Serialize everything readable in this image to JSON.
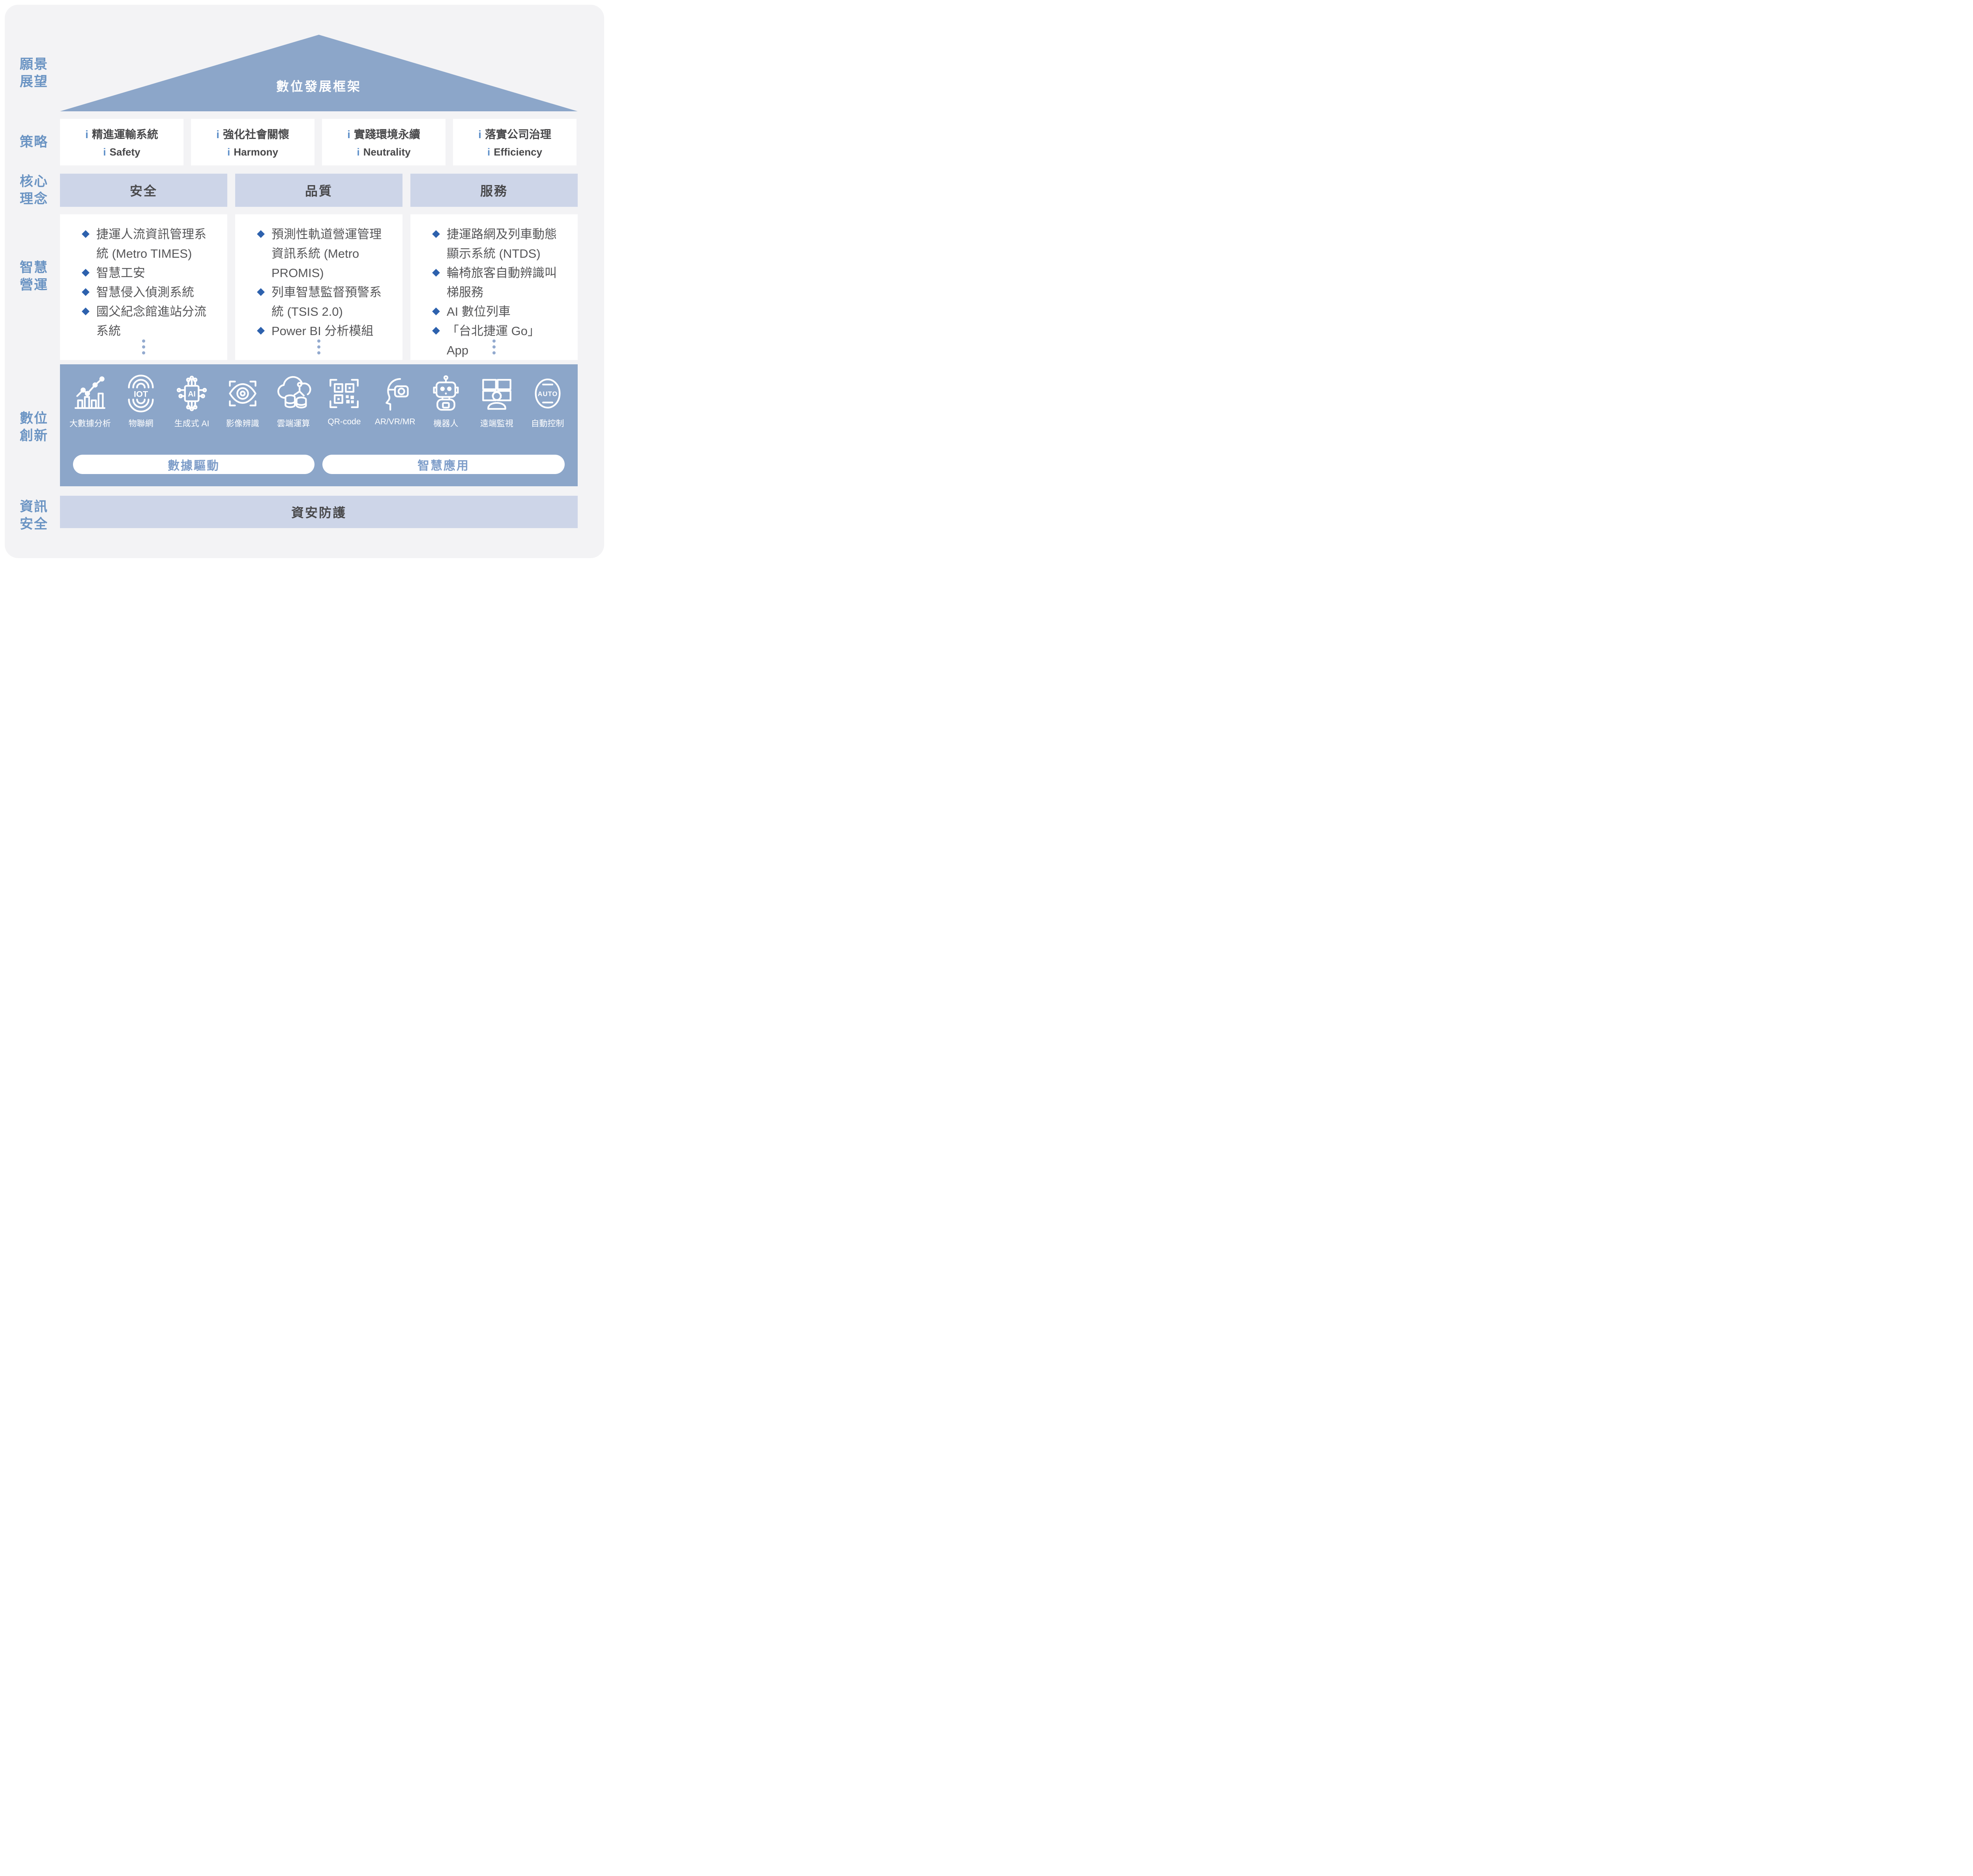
{
  "roof": {
    "title": "數位發展框架"
  },
  "left_labels": [
    {
      "id": "vision",
      "lines": [
        "願景",
        "展望"
      ]
    },
    {
      "id": "strategy",
      "lines": [
        "策略"
      ]
    },
    {
      "id": "core",
      "lines": [
        "核心",
        "理念"
      ]
    },
    {
      "id": "smart_ops",
      "lines": [
        "智慧",
        "營運"
      ]
    },
    {
      "id": "digital",
      "lines": [
        "數位",
        "創新"
      ]
    },
    {
      "id": "security",
      "lines": [
        "資訊",
        "安全"
      ]
    }
  ],
  "strategies": [
    {
      "prefix": "i",
      "zh": "精進運輸系統",
      "en_prefix": "i",
      "en": "Safety"
    },
    {
      "prefix": "i",
      "zh": "強化社會關懷",
      "en_prefix": "i",
      "en": "Harmony"
    },
    {
      "prefix": "i",
      "zh": "實踐環境永續",
      "en_prefix": "i",
      "en": "Neutrality"
    },
    {
      "prefix": "i",
      "zh": "落實公司治理",
      "en_prefix": "i",
      "en": "Efficiency"
    }
  ],
  "core_values": [
    "安全",
    "品質",
    "服務"
  ],
  "operations": [
    {
      "items": [
        "捷運人流資訊管理系統 (Metro TIMES)",
        "智慧工安",
        "智慧侵入偵測系統",
        "國父紀念館進站分流系統"
      ]
    },
    {
      "items": [
        "預測性軌道營運管理資訊系統 (Metro PROMIS)",
        "列車智慧監督預警系統 (TSIS 2.0)",
        "Power BI 分析模組"
      ]
    },
    {
      "items": [
        "捷運路網及列車動態顯示系統 (NTDS)",
        "輪椅旅客自動辨識叫梯服務",
        "AI 數位列車",
        "「台北捷運 Go」App"
      ]
    }
  ],
  "innovation": {
    "icons": [
      {
        "name": "big-data",
        "label": "大數據分析"
      },
      {
        "name": "iot",
        "label": "物聯網",
        "glyph": "IOT"
      },
      {
        "name": "generative-ai",
        "label": "生成式 AI",
        "glyph": "AI"
      },
      {
        "name": "image-recognition",
        "label": "影像辨識"
      },
      {
        "name": "cloud-computing",
        "label": "雲端運算"
      },
      {
        "name": "qr-code",
        "label": "QR-code"
      },
      {
        "name": "ar-vr-mr",
        "label": "AR/VR/MR"
      },
      {
        "name": "robot",
        "label": "機器人"
      },
      {
        "name": "remote-monitoring",
        "label": "遠端監視"
      },
      {
        "name": "auto-control",
        "label": "自動控制",
        "glyph": "AUTO"
      }
    ],
    "pills": [
      "數據驅動",
      "智慧應用"
    ]
  },
  "security": {
    "label": "資安防護"
  },
  "colors": {
    "band_blue": "#8ca6c9",
    "lavender": "#cdd5e8",
    "label_blue": "#6b94c3",
    "accent_blue": "#5d8fc9",
    "bullet_blue": "#2d61ad",
    "text_dark": "#48484a",
    "card_bg": "#f3f3f5"
  }
}
